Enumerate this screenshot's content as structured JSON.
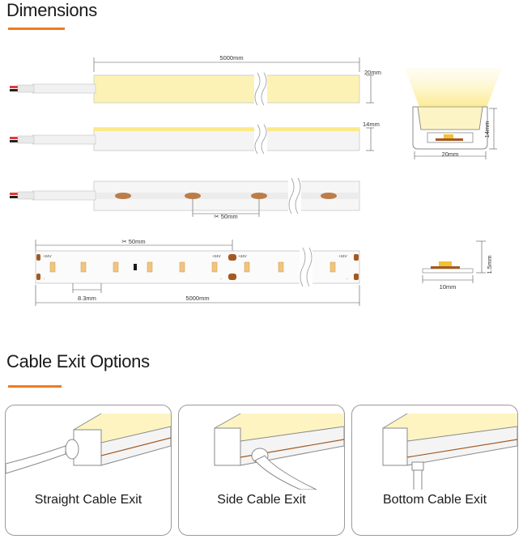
{
  "sections": {
    "dimensions_title": "Dimensions",
    "cable_title": "Cable Exit Options"
  },
  "dimensions": {
    "length_label": "5000mm",
    "height_20": "20mm",
    "height_14": "14mm",
    "pitch_label": "50mm",
    "cross_width": "20mm",
    "cross_height": "14mm",
    "pcb_pitch": "50mm",
    "led_spacing": "8.3mm",
    "pcb_length": "5000mm",
    "pcb_width": "10mm",
    "pcb_thickness": "1.5mm",
    "voltage": "+24V",
    "minus": "-"
  },
  "cable_exits": [
    {
      "label": "Straight Cable Exit"
    },
    {
      "label": "Side Cable Exit"
    },
    {
      "label": "Bottom Cable Exit"
    }
  ],
  "colors": {
    "accent": "#ee7b1f",
    "light": "#fdf4bf",
    "led": "#f2c47c",
    "copper": "#a35a22"
  }
}
